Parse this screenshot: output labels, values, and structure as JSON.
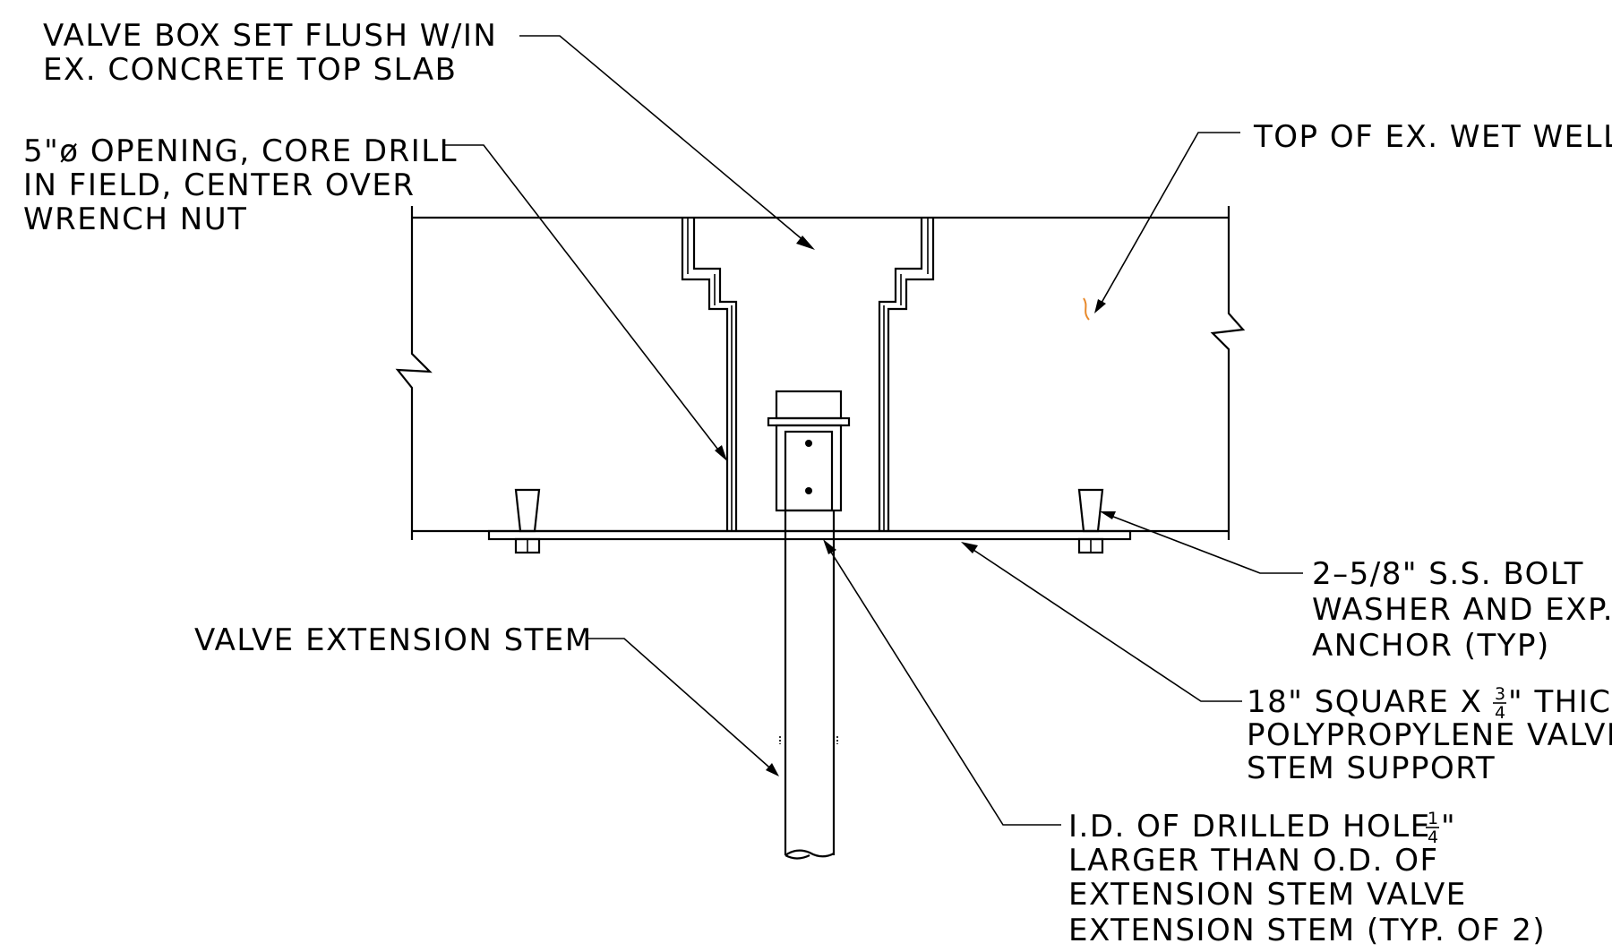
{
  "labels": {
    "valve_box": [
      "VALVE BOX SET FLUSH W/IN",
      "EX. CONCRETE TOP SLAB"
    ],
    "opening": [
      "5\"ø OPENING, CORE DRILL",
      "IN FIELD, CENTER OVER",
      "WRENCH NUT"
    ],
    "top_wet_well": "TOP OF EX. WET WELL",
    "bolt": [
      "2–5/8\" S.S. BOLT",
      "WASHER AND EXP.",
      "ANCHOR (TYP)"
    ],
    "stem": "VALVE EXTENSION STEM",
    "support": {
      "line1_pre": "18\" SQUARE X ",
      "frac_num": "3",
      "frac_den": "4",
      "line1_post": "\" THICK",
      "line2": "POLYPROPYLENE VALVE",
      "line3": "STEM SUPPORT"
    },
    "drilled_hole": {
      "line1_pre": "I.D. OF DRILLED HOLE ",
      "frac_num": "1",
      "frac_den": "4",
      "line1_post": "\"",
      "line2": "LARGER THAN O.D. OF",
      "line3": "EXTENSION STEM VALVE",
      "line4": "EXTENSION STEM (TYP. OF 2)"
    }
  },
  "colors": {
    "linework": "#000000",
    "accent_mark": "#e8892a",
    "background": "#ffffff"
  }
}
